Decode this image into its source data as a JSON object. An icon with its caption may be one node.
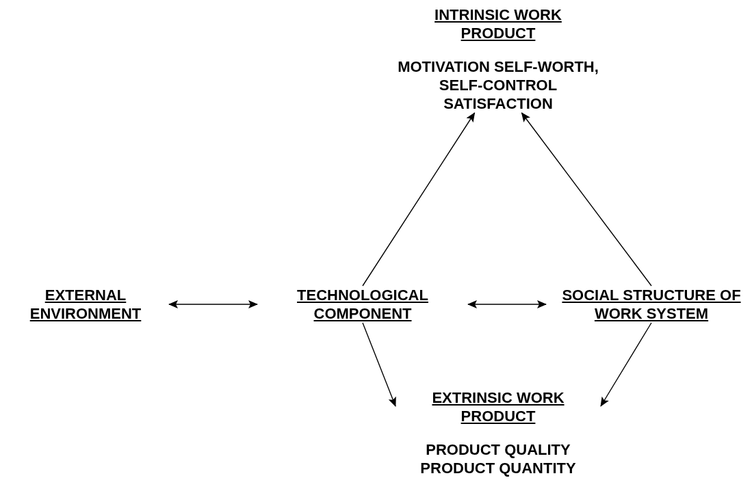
{
  "diagram": {
    "nodes": [
      {
        "text": [
          "INTRINSIC WORK PRODUCT",
          "MOTIVATION SELF-WORTH, SELF-CONTROL SATISFACTION"
        ]
      },
      {
        "text": [
          "EXTERNAL ENVIRONMENT"
        ]
      },
      {
        "text": [
          "TECHNOLOGICAL COMPONENT"
        ]
      },
      {
        "text": [
          "SOCIAL STRUCTURE OF WORK SYSTEM"
        ]
      },
      {
        "text": [
          "EXTRINSIC WORK PRODUCT",
          "PRODUCT QUALITY PRODUCT QUANTITY"
        ]
      }
    ],
    "edges": [
      {
        "from": 1,
        "to": 2,
        "arrow": "both"
      },
      {
        "from": 2,
        "to": 3,
        "arrow": "both"
      },
      {
        "from": 2,
        "to": 0,
        "arrow": "to"
      },
      {
        "from": 3,
        "to": 0,
        "arrow": "to"
      },
      {
        "from": 2,
        "to": 4,
        "arrow": "to"
      },
      {
        "from": 3,
        "to": 4,
        "arrow": "to"
      }
    ]
  }
}
